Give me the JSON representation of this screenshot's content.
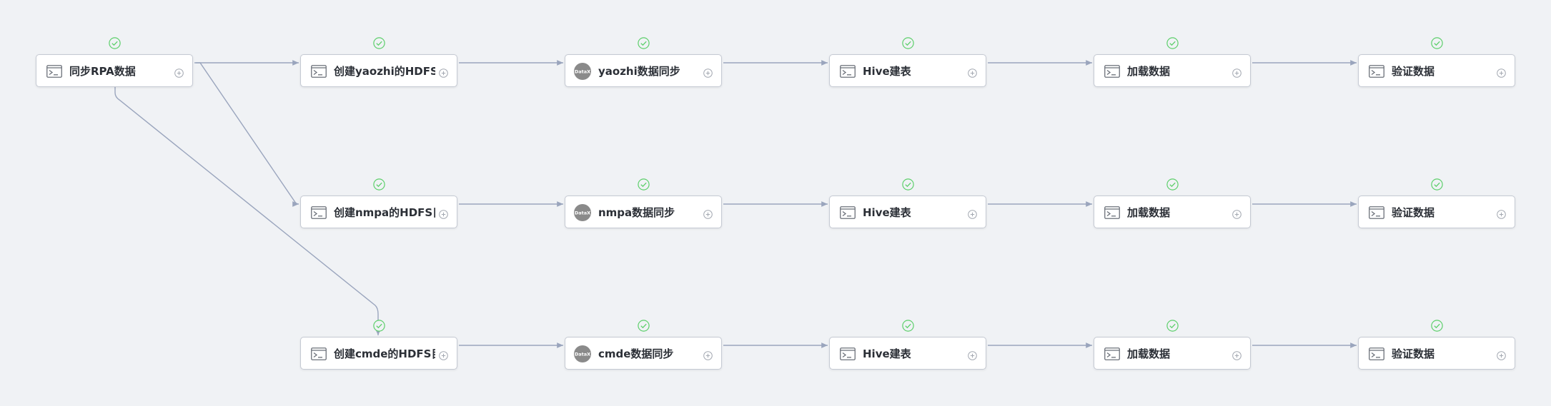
{
  "colors": {
    "background": "#f0f2f5",
    "node_border": "#c5cad3",
    "edge": "#9aa5bd",
    "success": "#5ccf6a",
    "datax_badge": "#8a8a8a",
    "text": "#2b2f36"
  },
  "datax_badge_text": "DataX",
  "nodes": [
    {
      "id": "sync_rpa",
      "label": "同步RPA数据",
      "icon": "terminal-icon",
      "status": "success-check-icon"
    },
    {
      "id": "hdfs_yaozhi",
      "label": "创建yaozhi的HDFS目录",
      "icon": "terminal-icon",
      "status": "success-check-icon"
    },
    {
      "id": "datax_yaozhi",
      "label": "yaozhi数据同步",
      "icon": "datax-icon",
      "status": "success-check-icon"
    },
    {
      "id": "hive_1",
      "label": "Hive建表",
      "icon": "terminal-icon",
      "status": "success-check-icon"
    },
    {
      "id": "load_1",
      "label": "加载数据",
      "icon": "terminal-icon",
      "status": "success-check-icon"
    },
    {
      "id": "verify_1",
      "label": "验证数据",
      "icon": "terminal-icon",
      "status": "success-check-icon"
    },
    {
      "id": "hdfs_nmpa",
      "label": "创建nmpa的HDFS目录",
      "icon": "terminal-icon",
      "status": "success-check-icon"
    },
    {
      "id": "datax_nmpa",
      "label": "nmpa数据同步",
      "icon": "datax-icon",
      "status": "success-check-icon"
    },
    {
      "id": "hive_2",
      "label": "Hive建表",
      "icon": "terminal-icon",
      "status": "success-check-icon"
    },
    {
      "id": "load_2",
      "label": "加载数据",
      "icon": "terminal-icon",
      "status": "success-check-icon"
    },
    {
      "id": "verify_2",
      "label": "验证数据",
      "icon": "terminal-icon",
      "status": "success-check-icon"
    },
    {
      "id": "hdfs_cmde",
      "label": "创建cmde的HDFS目录",
      "icon": "terminal-icon",
      "status": "success-check-icon"
    },
    {
      "id": "datax_cmde",
      "label": "cmde数据同步",
      "icon": "datax-icon",
      "status": "success-check-icon"
    },
    {
      "id": "hive_3",
      "label": "Hive建表",
      "icon": "terminal-icon",
      "status": "success-check-icon"
    },
    {
      "id": "load_3",
      "label": "加载数据",
      "icon": "terminal-icon",
      "status": "success-check-icon"
    },
    {
      "id": "verify_3",
      "label": "验证数据",
      "icon": "terminal-icon",
      "status": "success-check-icon"
    }
  ],
  "edges": [
    {
      "from": "sync_rpa",
      "to": "hdfs_yaozhi"
    },
    {
      "from": "sync_rpa",
      "to": "hdfs_nmpa"
    },
    {
      "from": "sync_rpa",
      "to": "hdfs_cmde"
    },
    {
      "from": "hdfs_yaozhi",
      "to": "datax_yaozhi"
    },
    {
      "from": "datax_yaozhi",
      "to": "hive_1"
    },
    {
      "from": "hive_1",
      "to": "load_1"
    },
    {
      "from": "load_1",
      "to": "verify_1"
    },
    {
      "from": "hdfs_nmpa",
      "to": "datax_nmpa"
    },
    {
      "from": "datax_nmpa",
      "to": "hive_2"
    },
    {
      "from": "hive_2",
      "to": "load_2"
    },
    {
      "from": "load_2",
      "to": "verify_2"
    },
    {
      "from": "hdfs_cmde",
      "to": "datax_cmde"
    },
    {
      "from": "datax_cmde",
      "to": "hive_3"
    },
    {
      "from": "hive_3",
      "to": "load_3"
    },
    {
      "from": "load_3",
      "to": "verify_3"
    }
  ]
}
